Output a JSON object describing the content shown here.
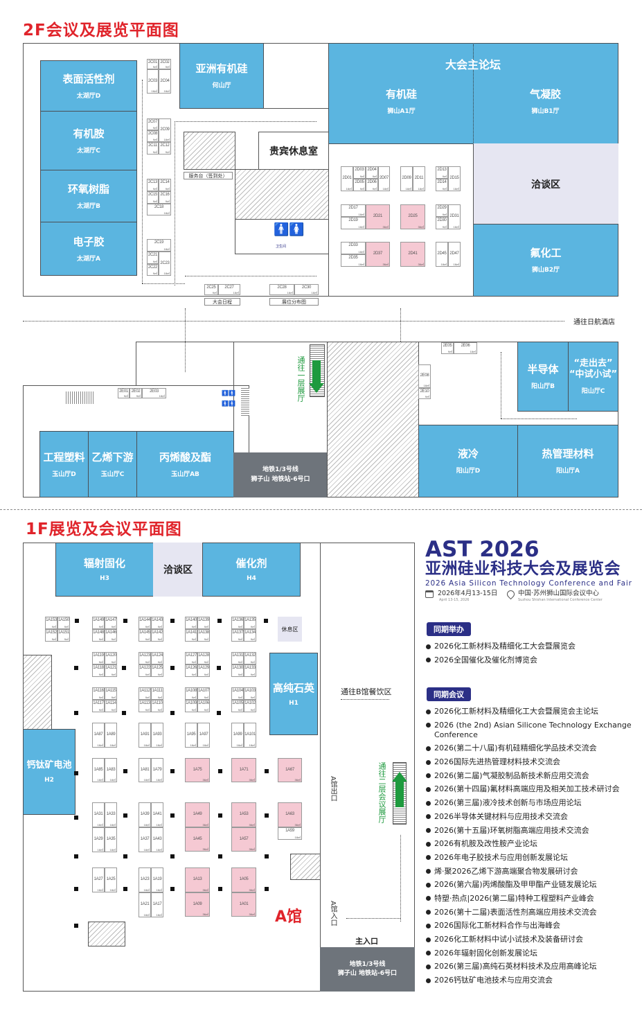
{
  "titles": {
    "floor2": "2F会议及展览平面图",
    "floor1": "1F展览及会议平面图"
  },
  "floor2": {
    "rooms": [
      {
        "name": "表面活性剂",
        "sub": "太湖厅D"
      },
      {
        "name": "有机胺",
        "sub": "太湖厅C"
      },
      {
        "name": "环氧树脂",
        "sub": "太湖厅B"
      },
      {
        "name": "电子胶",
        "sub": "太湖厅A"
      },
      {
        "name": "亚洲有机硅",
        "sub": "何山厅"
      },
      {
        "name": "有机硅",
        "sub": "狮山A1厅"
      },
      {
        "name": "气凝胶",
        "sub": "狮山B1厅"
      },
      {
        "name": "氟化工",
        "sub": "狮山B2厅"
      },
      {
        "name": "工程塑料",
        "sub": "玉山厅D"
      },
      {
        "name": "乙烯下游",
        "sub": "玉山厅C"
      },
      {
        "name": "丙烯酸及酯",
        "sub": "玉山厅AB"
      },
      {
        "name": "半导体",
        "sub": "阳山厅B"
      },
      {
        "name": "“走出去”\n“中试小试”",
        "sub": "阳山厅C"
      },
      {
        "name": "液冷",
        "sub": "阳山厅D"
      },
      {
        "name": "热管理材料",
        "sub": "阳山厅A"
      }
    ],
    "main_forum": "大会主论坛",
    "negotiation": "洽谈区",
    "vip_lounge": "贵宾休息室",
    "service_desk": "服务台（签到处）",
    "restroom": "卫生间",
    "schedule": "大会日程",
    "booth_map": "展位分布图",
    "to_hotel": "通往日航酒店",
    "to_1f": "通往一层展厅",
    "metro": {
      "line1": "地铁1/3号线",
      "line2": "狮子山 地铁站-6号口"
    },
    "booths": [
      {
        "id": "2C01",
        "area": "9㎡"
      },
      {
        "id": "2C02",
        "area": "9㎡"
      },
      {
        "id": "2C03",
        "area": "18㎡"
      },
      {
        "id": "2C04",
        "area": "18㎡"
      },
      {
        "id": "2C07",
        "area": "9㎡"
      },
      {
        "id": "2C08",
        "area": "9㎡"
      },
      {
        "id": "2C09",
        "area": "18㎡"
      },
      {
        "id": "2C11",
        "area": "9㎡"
      },
      {
        "id": "2C12",
        "area": "9㎡"
      },
      {
        "id": "2C13",
        "area": "9㎡"
      },
      {
        "id": "2C14",
        "area": "9㎡"
      },
      {
        "id": "2C15",
        "area": "9㎡"
      },
      {
        "id": "2C16",
        "area": "9㎡"
      },
      {
        "id": "2C18",
        "area": "18㎡"
      },
      {
        "id": "2C19",
        "area": "18㎡"
      },
      {
        "id": "2C21",
        "area": "9㎡"
      },
      {
        "id": "2C22",
        "area": "9㎡"
      },
      {
        "id": "2C23",
        "area": "18㎡"
      },
      {
        "id": "2C25",
        "area": "9㎡"
      },
      {
        "id": "2C27",
        "area": "18㎡"
      },
      {
        "id": "2C28",
        "area": "18㎡"
      },
      {
        "id": "2C30",
        "area": "18㎡"
      },
      {
        "id": "2D01",
        "area": "18㎡"
      },
      {
        "id": "2D03",
        "area": "9㎡"
      },
      {
        "id": "2D04",
        "area": "9㎡"
      },
      {
        "id": "2D05",
        "area": "9㎡"
      },
      {
        "id": "2D06",
        "area": "9㎡"
      },
      {
        "id": "2D07",
        "area": "18㎡"
      },
      {
        "id": "2D09",
        "area": "18㎡"
      },
      {
        "id": "2D11",
        "area": "18㎡"
      },
      {
        "id": "2D13",
        "area": "9㎡"
      },
      {
        "id": "2D14",
        "area": "9㎡"
      },
      {
        "id": "2D15",
        "area": "18㎡"
      },
      {
        "id": "2D17",
        "area": "18㎡"
      },
      {
        "id": "2D19",
        "area": "18㎡"
      },
      {
        "id": "2D21",
        "area": "36㎡",
        "highlight": true
      },
      {
        "id": "2D25",
        "area": "36㎡",
        "highlight": true
      },
      {
        "id": "2D29",
        "area": "9㎡"
      },
      {
        "id": "2D30",
        "area": "9㎡"
      },
      {
        "id": "2D31",
        "area": "18㎡"
      },
      {
        "id": "2D33",
        "area": "18㎡"
      },
      {
        "id": "2D35",
        "area": "18㎡"
      },
      {
        "id": "2D37",
        "area": "36㎡",
        "highlight": true
      },
      {
        "id": "2D41",
        "area": "36㎡",
        "highlight": true
      },
      {
        "id": "2D45",
        "area": "18㎡"
      },
      {
        "id": "2D47",
        "area": "18㎡"
      },
      {
        "id": "2E01",
        "area": "9㎡"
      },
      {
        "id": "2E02",
        "area": "9㎡"
      },
      {
        "id": "2E03",
        "area": "18㎡"
      },
      {
        "id": "2E05",
        "area": "9㎡"
      },
      {
        "id": "2E06",
        "area": "18㎡"
      },
      {
        "id": "2E08",
        "area": "18㎡"
      },
      {
        "id": "2E10",
        "area": "9㎡"
      }
    ]
  },
  "floor1": {
    "rooms": [
      {
        "name": "辐射固化",
        "sub": "H3"
      },
      {
        "name": "催化剂",
        "sub": "H4"
      },
      {
        "name": "高纯石英",
        "sub": "H1"
      },
      {
        "name": "钙钛矿电池",
        "sub": "H2"
      }
    ],
    "negotiation": "洽谈区",
    "rest_area": "休息区",
    "to_hall_b": "通往B馆餐饮区",
    "to_2f": "通往二层会议展厅",
    "exit": "A馆出口",
    "entrance": "A馆入口",
    "main_entrance": "主入口",
    "hall": "A馆",
    "metro": {
      "line1": "地铁1/3号线",
      "line2": "狮子山 地铁站-6号口"
    },
    "booths": [
      {
        "id": "1A153",
        "area": "9㎡"
      },
      {
        "id": "1A150",
        "area": "9㎡"
      },
      {
        "id": "1A152",
        "area": "9㎡"
      },
      {
        "id": "1A151",
        "area": "9㎡"
      },
      {
        "id": "1A149",
        "area": "9㎡"
      },
      {
        "id": "1A147",
        "area": "9㎡"
      },
      {
        "id": "1A148",
        "area": "9㎡"
      },
      {
        "id": "1A146",
        "area": "9㎡"
      },
      {
        "id": "1A144",
        "area": "9㎡"
      },
      {
        "id": "1A143",
        "area": "9㎡"
      },
      {
        "id": "1A145",
        "area": "9㎡"
      },
      {
        "id": "1A142",
        "area": "9㎡"
      },
      {
        "id": "1A140",
        "area": "9㎡"
      },
      {
        "id": "1A139",
        "area": "9㎡"
      },
      {
        "id": "1A141",
        "area": "9㎡"
      },
      {
        "id": "1A138",
        "area": "9㎡"
      },
      {
        "id": "1A136",
        "area": "9㎡"
      },
      {
        "id": "1A135",
        "area": "9㎡"
      },
      {
        "id": "1A137",
        "area": "9㎡"
      },
      {
        "id": "1A134",
        "area": "9㎡"
      },
      {
        "id": "1A119",
        "area": "9㎡"
      },
      {
        "id": "1A120",
        "area": "9㎡"
      },
      {
        "id": "1A118",
        "area": "9㎡"
      },
      {
        "id": "1A121",
        "area": "9㎡"
      },
      {
        "id": "1A123",
        "area": "9㎡"
      },
      {
        "id": "1A124",
        "area": "9㎡"
      },
      {
        "id": "1A122",
        "area": "9㎡"
      },
      {
        "id": "1A125",
        "area": "9㎡"
      },
      {
        "id": "1A127",
        "area": "9㎡"
      },
      {
        "id": "1A128",
        "area": "9㎡"
      },
      {
        "id": "1A126",
        "area": "9㎡"
      },
      {
        "id": "1A129",
        "area": "9㎡"
      },
      {
        "id": "1A131",
        "area": "9㎡"
      },
      {
        "id": "1A132",
        "area": "9㎡"
      },
      {
        "id": "1A130",
        "area": "9㎡"
      },
      {
        "id": "1A133",
        "area": "9㎡"
      },
      {
        "id": "1A116",
        "area": "9㎡"
      },
      {
        "id": "1A115",
        "area": "9㎡"
      },
      {
        "id": "1A117",
        "area": "9㎡"
      },
      {
        "id": "1A114",
        "area": "9㎡"
      },
      {
        "id": "1A112",
        "area": "9㎡"
      },
      {
        "id": "1A111",
        "area": "9㎡"
      },
      {
        "id": "1A113",
        "area": "9㎡"
      },
      {
        "id": "1A110",
        "area": "9㎡"
      },
      {
        "id": "1A108",
        "area": "9㎡"
      },
      {
        "id": "1A107",
        "area": "9㎡"
      },
      {
        "id": "1A109",
        "area": "9㎡"
      },
      {
        "id": "1A106",
        "area": "9㎡"
      },
      {
        "id": "1A104",
        "area": "9㎡"
      },
      {
        "id": "1A103",
        "area": "9㎡"
      },
      {
        "id": "1A105",
        "area": "9㎡"
      },
      {
        "id": "1A102",
        "area": "9㎡"
      },
      {
        "id": "1A87",
        "area": "18㎡"
      },
      {
        "id": "1A89",
        "area": "18㎡"
      },
      {
        "id": "1A91",
        "area": "18㎡"
      },
      {
        "id": "1A93",
        "area": "18㎡"
      },
      {
        "id": "1A95",
        "area": "18㎡"
      },
      {
        "id": "1A97",
        "area": "18㎡"
      },
      {
        "id": "1A99",
        "area": "18㎡"
      },
      {
        "id": "1A101",
        "area": "18㎡"
      },
      {
        "id": "1A85",
        "area": "18㎡"
      },
      {
        "id": "1A83",
        "area": "18㎡"
      },
      {
        "id": "1A81",
        "area": "18㎡"
      },
      {
        "id": "1A79",
        "area": "18㎡"
      },
      {
        "id": "1A75",
        "area": "36㎡",
        "highlight": true
      },
      {
        "id": "1A71",
        "area": "36㎡",
        "highlight": true
      },
      {
        "id": "1A67",
        "area": "36㎡",
        "highlight": true
      },
      {
        "id": "1A31",
        "area": "18㎡"
      },
      {
        "id": "1A33",
        "area": "18㎡"
      },
      {
        "id": "1A29",
        "area": "18㎡"
      },
      {
        "id": "1A35",
        "area": "18㎡"
      },
      {
        "id": "1A39",
        "area": "18㎡"
      },
      {
        "id": "1A41",
        "area": "18㎡"
      },
      {
        "id": "1A37",
        "area": "18㎡"
      },
      {
        "id": "1A43",
        "area": "18㎡"
      },
      {
        "id": "1A49",
        "area": "36㎡",
        "highlight": true
      },
      {
        "id": "1A45",
        "area": "36㎡",
        "highlight": true
      },
      {
        "id": "1A53",
        "area": "36㎡",
        "highlight": true
      },
      {
        "id": "1A57",
        "area": "36㎡",
        "highlight": true
      },
      {
        "id": "1A63",
        "area": "36㎡",
        "highlight": true
      },
      {
        "id": "1A59",
        "area": "18㎡"
      },
      {
        "id": "1A27",
        "area": "18㎡"
      },
      {
        "id": "1A25",
        "area": "18㎡"
      },
      {
        "id": "1A23",
        "area": "18㎡"
      },
      {
        "id": "1A19",
        "area": "18㎡"
      },
      {
        "id": "1A21",
        "area": "18㎡"
      },
      {
        "id": "1A17",
        "area": "18㎡"
      },
      {
        "id": "1A13",
        "area": "36㎡",
        "highlight": true
      },
      {
        "id": "1A09",
        "area": "36㎡",
        "highlight": true
      },
      {
        "id": "1A05",
        "area": "36㎡",
        "highlight": true
      },
      {
        "id": "1A01",
        "area": "36㎡",
        "highlight": true
      }
    ]
  },
  "info": {
    "brand": "AST 2026",
    "title_cn": "亚洲硅业科技大会及展览会",
    "title_en": "2026 Asia Silicon Technology Conference and Fair",
    "date": "2026年4月13-15日",
    "date_en": "April 13-15, 2026",
    "venue": "中国·苏州狮山国际会议中心",
    "venue_en": "Suzhou Shishan International Conference Center",
    "concurrent_label": "同期举办",
    "concurrent": [
      "2026化工新材料及精细化工大会暨展览会",
      "2026全国催化及催化剂博览会"
    ],
    "meetings_label": "同期会议",
    "meetings": [
      "2026化工新材料及精细化工大会暨展览会主论坛",
      "2026 (the 2nd) Asian Silicone Technology Exchange Conference",
      "2026(第二十八届)有机硅精细化学品技术交流会",
      "2026国际先进热管理材料技术交流会",
      "2026(第二届)气凝胶制品新技术新应用交流会",
      "2026(第十四届)氟材料高端应用及相关加工技术研讨会",
      "2026(第三届)液冷技术创新与市场应用论坛",
      "2026半导体关键材料与应用技术交流会",
      "2026(第十五届)环氧树脂高端应用技术交流会",
      "2026有机胺及改性胺产业论坛",
      "2026年电子胶技术与应用创新发展论坛",
      "烯·聚2026乙烯下游高端聚合物发展研讨会",
      "2026(第六届)丙烯酸酯及甲甲酯产业链发展论坛",
      "特塑·热点|2026(第二届)特种工程塑料产业峰会",
      "2026(第十二届)表面活性剂高端应用技术交流会",
      "2026国际化工新材料合作与出海峰会",
      "2026化工新材料中试小试技术及装备研讨会",
      "2026年辐射固化创新发展论坛",
      "2026(第三届)高纯石英材料技术及应用高峰论坛",
      "2026钙钛矿电池技术与应用交流会"
    ]
  },
  "colors": {
    "title_red": "#E0242B",
    "brand_navy": "#2B2F86",
    "room_blue": "#5BB5E0",
    "highlight_booth": "#F5C9D3",
    "negotiation": "#E6E6F2",
    "metro_gray": "#6E747B",
    "arrow_green": "#1E9A3E"
  }
}
